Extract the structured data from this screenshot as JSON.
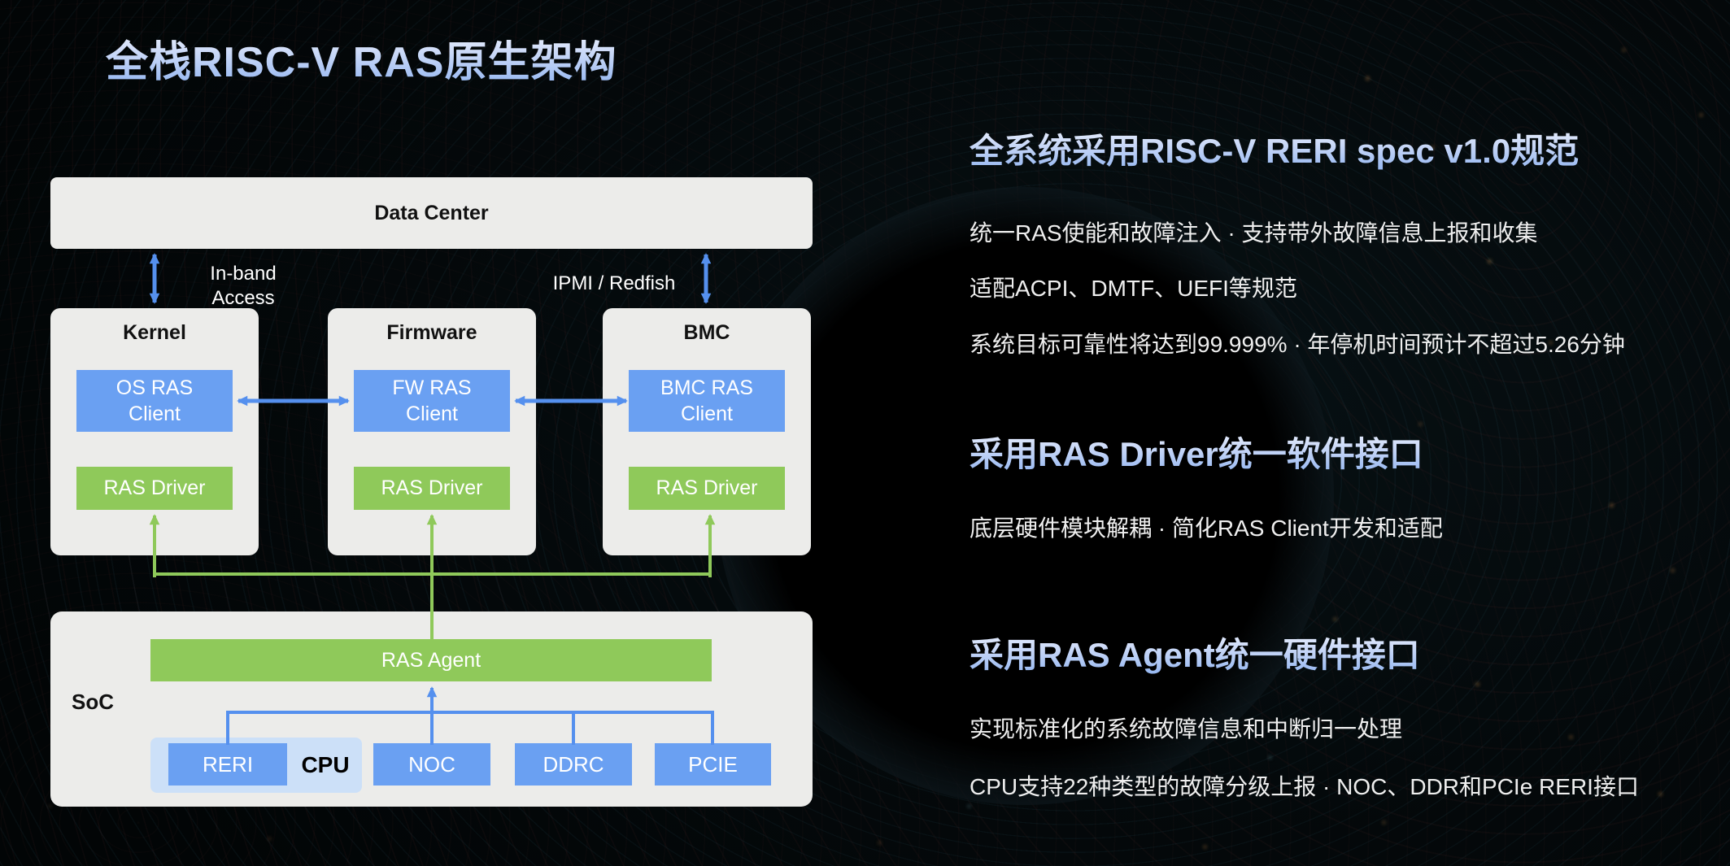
{
  "title": "全栈RISC-V RAS原生架构",
  "diagram": {
    "data_center": "Data Center",
    "in_band_label": "In-band Access",
    "ipmi_label": "IPMI / Redfish",
    "stacks": [
      {
        "name": "Kernel",
        "client": "OS RAS Client",
        "driver": "RAS Driver"
      },
      {
        "name": "Firmware",
        "client": "FW RAS Client",
        "driver": "RAS Driver"
      },
      {
        "name": "BMC",
        "client": "BMC RAS Client",
        "driver": "RAS Driver"
      }
    ],
    "soc": {
      "name": "SoC",
      "agent": "RAS Agent",
      "reri": "RERI",
      "cpu": "CPU",
      "ips": [
        "NOC",
        "DDRC",
        "PCIE"
      ]
    }
  },
  "sections": [
    {
      "heading": "全系统采用RISC-V RERI spec v1.0规范",
      "bullets": [
        "统一RAS使能和故障注入 · 支持带外故障信息上报和收集",
        "适配ACPI、DMTF、UEFI等规范",
        "系统目标可靠性将达到99.999% · 年停机时间预计不超过5.26分钟"
      ]
    },
    {
      "heading": "采用RAS Driver统一软件接口",
      "bullets": [
        "底层硬件模块解耦 · 简化RAS Client开发和适配"
      ]
    },
    {
      "heading": "采用RAS Agent统一硬件接口",
      "bullets": [
        "实现标准化的系统故障信息和中断归一处理",
        "CPU支持22种类型的故障分级上报 · NOC、DDR和PCIe RERI接口"
      ]
    }
  ],
  "colors": {
    "box_blue": "#6AA0F2",
    "box_green": "#8FC95A",
    "panel_gray": "#ECECEA",
    "cpu_panel_blue": "#CCE0F8",
    "heading_blue": "#AFC9F5",
    "connector_blue": "#5590EE",
    "connector_green": "#8FC95A"
  }
}
